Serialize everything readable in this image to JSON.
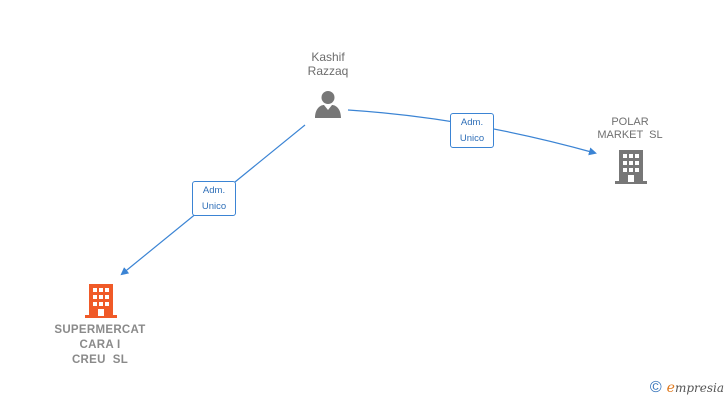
{
  "nodes": {
    "person": {
      "name_line1": "Kashif",
      "name_line2": "Razzaq",
      "icon": "person-icon"
    },
    "polar": {
      "name_line1": "POLAR",
      "name_line2": "MARKET  SL",
      "icon": "building-icon"
    },
    "supermercat": {
      "name_line1": "SUPERMERCAT",
      "name_line2": "CARA I",
      "name_line3": "CREU  SL",
      "icon": "building-icon"
    }
  },
  "edges": {
    "to_polar": {
      "label_line1": "Adm.",
      "label_line2": "Unico"
    },
    "to_supermercat": {
      "label_line1": "Adm.",
      "label_line2": "Unico"
    }
  },
  "footer": {
    "copyright_symbol": "©",
    "brand_initial": "e",
    "brand_rest": "mpresia"
  },
  "colors": {
    "edge": "#3b84d4",
    "person_icon": "#777777",
    "building_gray": "#777777",
    "building_highlight": "#f05a28"
  }
}
